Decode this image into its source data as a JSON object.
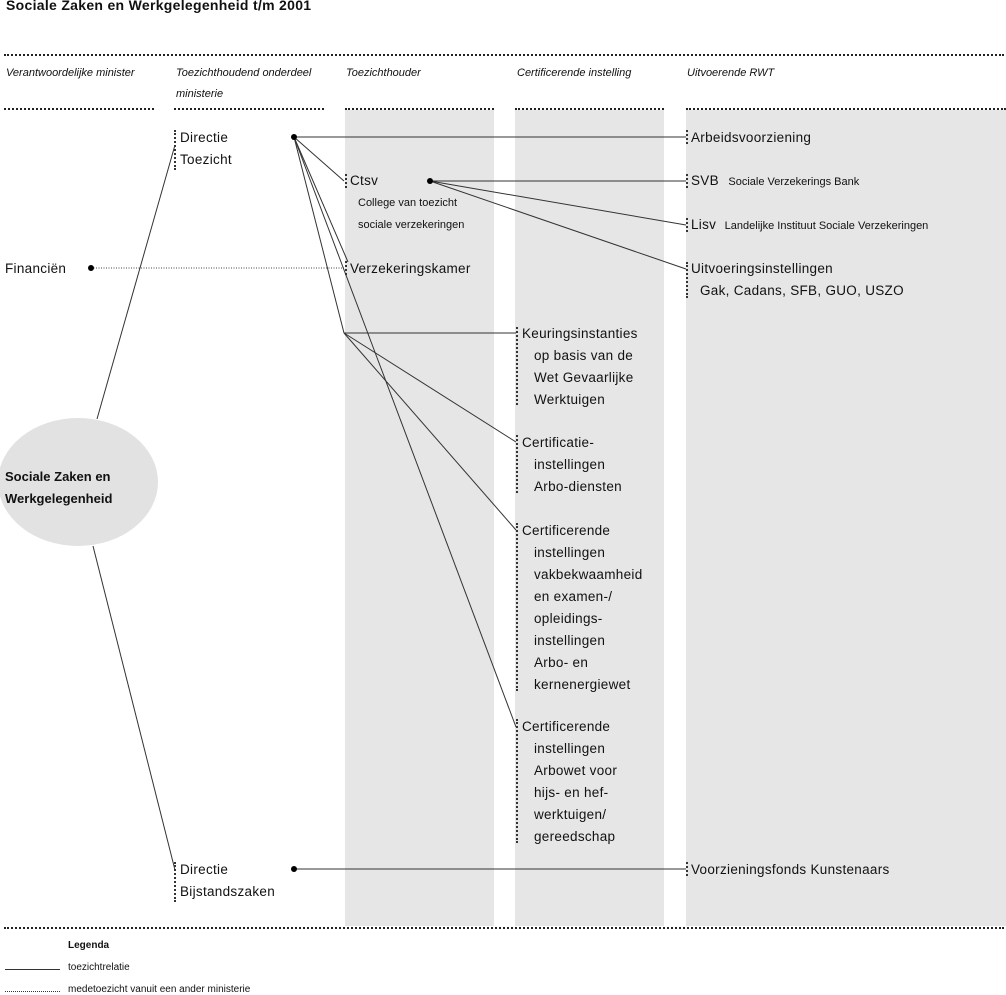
{
  "title": "Sociale Zaken en Werkgelegenheid t/m 2001",
  "columns": {
    "minister": "Verantwoordelijke minister",
    "onderdeel": "Toezichthoudend onderdeel",
    "onderdeel2": "ministerie",
    "toezichthouder": "Toezichthouder",
    "certificerend": "Certificerende instelling",
    "rwt": "Uitvoerende RWT"
  },
  "ministry": {
    "line1": "Sociale Zaken en",
    "line2": "Werkgelegenheid"
  },
  "financien": "Financiën",
  "directie_toezicht": [
    "Directie",
    "Toezicht"
  ],
  "directie_bijstand": [
    "Directie",
    "Bijstandszaken"
  ],
  "ctsv": {
    "label": "Ctsv",
    "sub1": "College van toezicht",
    "sub2": "sociale verzekeringen"
  },
  "verzekeringskamer": "Verzekeringskamer",
  "certificerende_instellingen": [
    [
      "Keuringsinstanties",
      "op basis van de",
      "Wet Gevaarlijke",
      "Werktuigen"
    ],
    [
      "Certificatie-",
      "instellingen",
      "Arbo-diensten"
    ],
    [
      "Certificerende",
      "instellingen",
      "vakbekwaamheid",
      "en examen-/",
      "opleidings-",
      "instellingen",
      "Arbo- en",
      "kernenergiewet"
    ],
    [
      "Certificerende",
      "instellingen",
      "Arbowet voor",
      "hijs- en hef-",
      "werktuigen/",
      "gereedschap"
    ]
  ],
  "rwt": {
    "arbeid": "Arbeidsvoorziening",
    "svb": "SVB",
    "svb_full": "Sociale Verzekerings Bank",
    "lisv": "Lisv",
    "lisv_full": "Landelijke Instituut Sociale Verzekeringen",
    "uitvoering": "Uitvoeringsinstellingen",
    "uitvoering_sub": "Gak, Cadans, SFB, GUO, USZO",
    "vfk": "Voorzieningsfonds Kunstenaars"
  },
  "legend": {
    "title": "Legenda",
    "solid": "toezichtrelatie",
    "dotted": "medetoezicht vanuit een ander ministerie"
  }
}
